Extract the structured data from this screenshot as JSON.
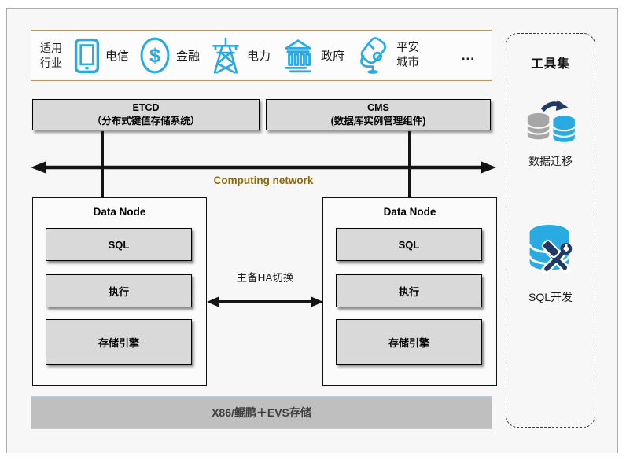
{
  "industries": {
    "label": "适用行业",
    "items": [
      {
        "icon": "phone-icon",
        "label": "电信"
      },
      {
        "icon": "finance-dollar-icon",
        "label": "金融"
      },
      {
        "icon": "power-tower-icon",
        "label": "电力"
      },
      {
        "icon": "government-building-icon",
        "label": "政府"
      },
      {
        "icon": "city-camera-icon",
        "label": "平安城市"
      }
    ],
    "more": "..."
  },
  "components": {
    "etcd": {
      "name": "ETCD",
      "desc": "（分布式键值存储系统）"
    },
    "cms": {
      "name": "CMS",
      "desc": "(数据库实例管理组件)"
    }
  },
  "network": {
    "label": "Computing network"
  },
  "data_nodes": [
    {
      "title": "Data Node",
      "layers": [
        "SQL",
        "执行",
        "存储引擎"
      ]
    },
    {
      "title": "Data Node",
      "layers": [
        "SQL",
        "执行",
        "存储引擎"
      ]
    }
  ],
  "ha": {
    "label": "主备HA切换"
  },
  "infrastructure": {
    "label": "X86/鲲鹏＋EVS存储"
  },
  "toolset": {
    "title": "工具集",
    "tools": [
      {
        "icon": "data-migration-icon",
        "label": "数据迁移"
      },
      {
        "icon": "sql-dev-icon",
        "label": "SQL开发"
      }
    ]
  },
  "colors": {
    "icon_blue": "#29abe2",
    "icon_navy": "#1f3864",
    "industry_border_tan": "#bd9656",
    "network_label_brown": "#8d6708",
    "component_gray": "#d9d9d9",
    "infra_bar_gray": "#bfbfbf",
    "infra_bar_border_blue": "#b8cce4",
    "background": "#f7f7f7"
  }
}
